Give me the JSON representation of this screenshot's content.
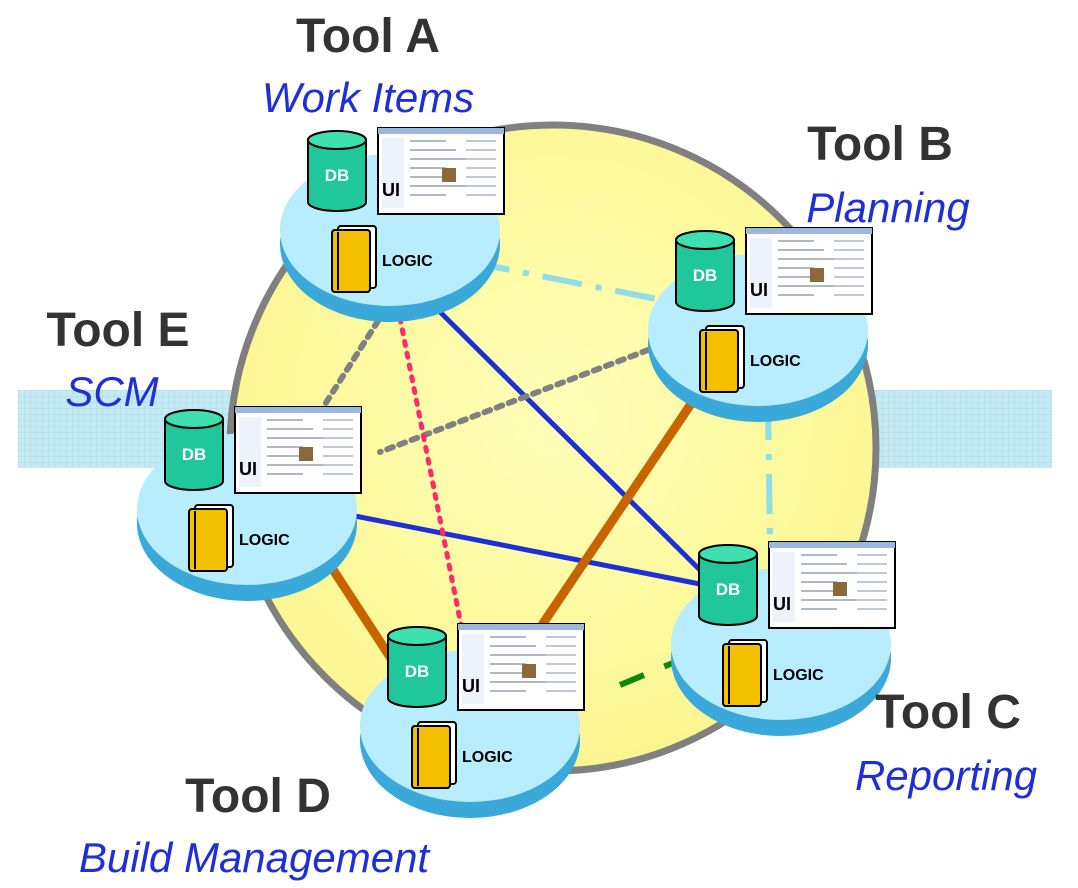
{
  "colors": {
    "ring_fill": "#ffffa8",
    "ring_stroke": "#808080",
    "band": "#bfe6f2",
    "node_top": "#b8ecff",
    "node_side": "#3aa8d8",
    "db": "#1fc79a",
    "book": "#f5c000",
    "conn_blue": "#1d2fd6",
    "conn_orange": "#c86400",
    "conn_gray": "#808080",
    "conn_pink": "#ff2a6a",
    "conn_cyan": "#8fdde6",
    "conn_green": "#0a8a0a"
  },
  "labels": {
    "db": "DB",
    "ui": "UI",
    "logic": "LOGIC"
  },
  "tools": [
    {
      "id": "a",
      "name": "Tool A",
      "subtitle": "Work Items"
    },
    {
      "id": "b",
      "name": "Tool B",
      "subtitle": "Planning"
    },
    {
      "id": "c",
      "name": "Tool C",
      "subtitle": "Reporting"
    },
    {
      "id": "d",
      "name": "Tool D",
      "subtitle": "Build Management"
    },
    {
      "id": "e",
      "name": "Tool E",
      "subtitle": "SCM"
    }
  ],
  "connections": [
    {
      "from": "a",
      "to": "c",
      "style": "blue-solid"
    },
    {
      "from": "e",
      "to": "c",
      "style": "blue-solid"
    },
    {
      "from": "b",
      "to": "d",
      "style": "orange-solid"
    },
    {
      "from": "e",
      "to": "d",
      "style": "orange-solid"
    },
    {
      "from": "a",
      "to": "e",
      "style": "gray-dotted"
    },
    {
      "from": "b",
      "to": "e",
      "style": "gray-dotted"
    },
    {
      "from": "a",
      "to": "d",
      "style": "pink-dotted"
    },
    {
      "from": "a",
      "to": "b",
      "style": "cyan-dashdot"
    },
    {
      "from": "b",
      "to": "c",
      "style": "cyan-dashdot"
    },
    {
      "from": "d",
      "to": "c",
      "style": "green-dashed"
    }
  ]
}
